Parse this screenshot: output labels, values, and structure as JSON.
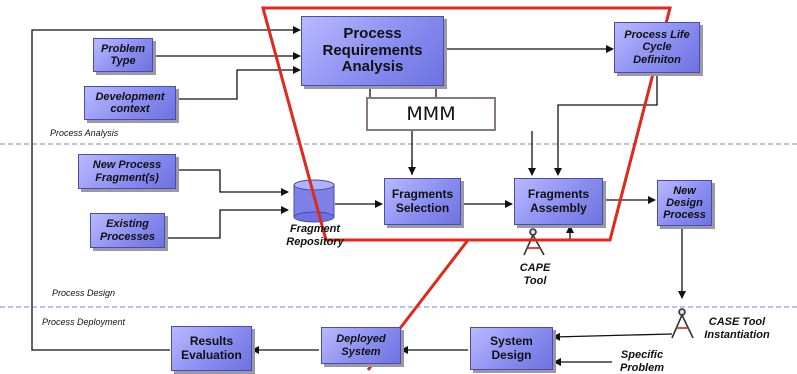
{
  "boxes": {
    "problem_type": "Problem\nType",
    "development_context": "Development\ncontext",
    "process_requirements_analysis": "Process\nRequirements\nAnalysis",
    "process_life_cycle": "Process Life\nCycle\nDefiniton",
    "mmm": "MMM",
    "new_process_fragments": "New Process\nFragment(s)",
    "existing_processes": "Existing\nProcesses",
    "fragments_selection": "Fragments\nSelection",
    "fragments_assembly": "Fragments\nAssembly",
    "new_design_process": "New\nDesign\nProcess",
    "results_evaluation": "Results\nEvaluation",
    "deployed_system": "Deployed\nSystem",
    "system_design": "System\nDesign"
  },
  "labels": {
    "fragment_repository": "Fragment\nRepository",
    "cape_tool": "CAPE\nTool",
    "case_tool": "CASE Tool\nInstantiation",
    "specific_problem": "Specific\nProblem"
  },
  "phases": {
    "analysis": "Process Analysis",
    "design": "Process Design",
    "deployment": "Process Deployment"
  },
  "colors": {
    "box_fill": "#8a8ef0",
    "highlight": "#e0291b",
    "divider": "#8080e0"
  }
}
